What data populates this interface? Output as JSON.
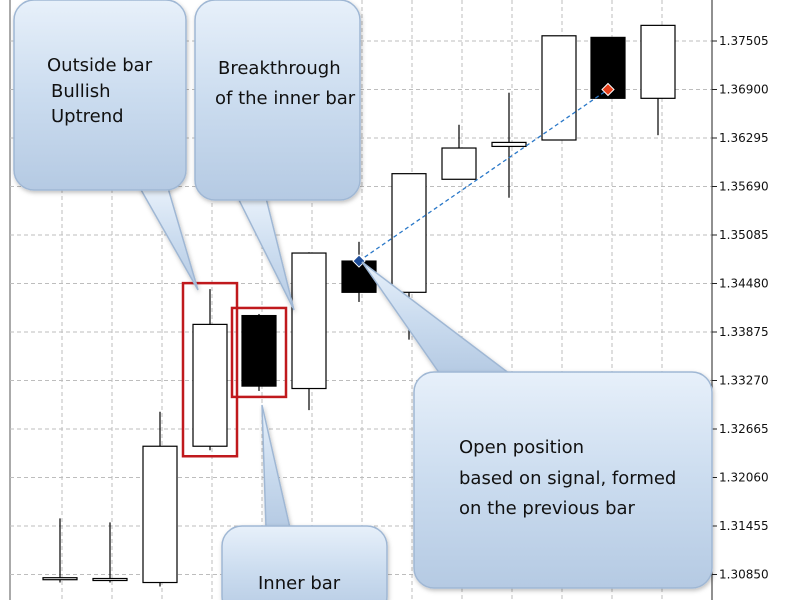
{
  "chart_data": {
    "type": "candlestick",
    "title": "",
    "grid": true,
    "y_ticks": [
      "1.37505",
      "1.36900",
      "1.36295",
      "1.35690",
      "1.35085",
      "1.34480",
      "1.33875",
      "1.33270",
      "1.32665",
      "1.32060",
      "1.31455",
      "1.30850"
    ],
    "candles": [
      {
        "open": 1.3081,
        "close": 1.3081,
        "high": 1.3155,
        "low": 1.3075,
        "color": "white"
      },
      {
        "open": 1.308,
        "close": 1.308,
        "high": 1.315,
        "low": 1.3075,
        "color": "white"
      },
      {
        "open": 1.3075,
        "close": 1.3245,
        "high": 1.3288,
        "low": 1.307,
        "color": "white"
      },
      {
        "open": 1.3245,
        "close": 1.3397,
        "high": 1.3441,
        "low": 1.324,
        "color": "white"
      },
      {
        "open": 1.3408,
        "close": 1.332,
        "high": 1.341,
        "low": 1.3314,
        "color": "black"
      },
      {
        "open": 1.3317,
        "close": 1.3486,
        "high": 1.3487,
        "low": 1.329,
        "color": "white"
      },
      {
        "open": 1.3476,
        "close": 1.3437,
        "high": 1.35,
        "low": 1.3425,
        "color": "black"
      },
      {
        "open": 1.3437,
        "close": 1.3585,
        "high": 1.3585,
        "low": 1.3378,
        "color": "white"
      },
      {
        "open": 1.3578,
        "close": 1.3617,
        "high": 1.3646,
        "low": 1.3578,
        "color": "white"
      },
      {
        "open": 1.3619,
        "close": 1.3624,
        "high": 1.3686,
        "low": 1.3555,
        "color": "white"
      },
      {
        "open": 1.3627,
        "close": 1.3757,
        "high": 1.3757,
        "low": 1.3627,
        "color": "white"
      },
      {
        "open": 1.3755,
        "close": 1.3679,
        "high": 1.3755,
        "low": 1.3679,
        "color": "black"
      },
      {
        "open": 1.3679,
        "close": 1.377,
        "high": 1.377,
        "low": 1.3633,
        "color": "white"
      }
    ],
    "highlighted_candles": [
      3,
      4
    ],
    "signal_markers": [
      {
        "candle": 6,
        "price": 1.3476,
        "kind": "entry",
        "color": "#1f4e9a"
      },
      {
        "candle": 11,
        "price": 1.369,
        "kind": "exit",
        "color": "#e8401c"
      }
    ],
    "annotations": [
      {
        "id": "outside_bar",
        "lines": [
          "Outside bar",
          "Bullish",
          "Uptrend"
        ]
      },
      {
        "id": "breakthrough",
        "lines": [
          "Breakthrough",
          "of the inner bar"
        ]
      },
      {
        "id": "open_position",
        "lines": [
          "Open position",
          "based on signal, formed",
          "on the previous bar"
        ]
      },
      {
        "id": "inner_bar",
        "lines": [
          "Inner bar"
        ]
      }
    ],
    "colors": {
      "callout_fill": "#cfe0f2",
      "callout_stroke": "#9fb7d4",
      "highlight_box": "#c0191d",
      "trade_line": "#2a78c8",
      "grid": "#bdbdbd"
    }
  }
}
